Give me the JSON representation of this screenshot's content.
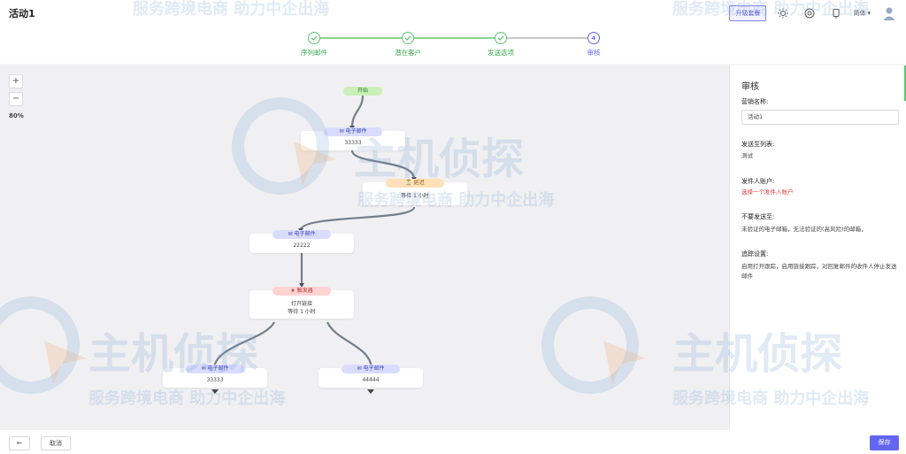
{
  "header": {
    "title": "活动1",
    "upgrade_button": "升级套餐",
    "language": "简体"
  },
  "stepper": {
    "steps": [
      {
        "label": "序列邮件",
        "state": "done"
      },
      {
        "label": "潜在客户",
        "state": "done"
      },
      {
        "label": "发送选项",
        "state": "done"
      },
      {
        "label": "审核",
        "state": "current",
        "number": "4"
      }
    ]
  },
  "canvas": {
    "zoom_in": "+",
    "zoom_out": "−",
    "zoom_level": "80%",
    "nodes": {
      "start": "开始",
      "email1_tag": "电子邮件",
      "email1_text": "33333",
      "wait_tag": "延迟",
      "wait_text": "等待 1 小时",
      "email2_tag": "电子邮件",
      "email2_text": "22222",
      "trigger_tag": "触发器",
      "trigger_text1": "打开链接",
      "trigger_text2": "等待 1 小时",
      "email3_tag": "电子邮件",
      "email3_text": "33333",
      "email4_tag": "电子邮件",
      "email4_text": "44444"
    }
  },
  "panel": {
    "title": "审核",
    "campaign_name_label": "营销名称:",
    "campaign_name_value": "活动1",
    "send_to_list_label": "发送至列表:",
    "send_to_list_value": "测试",
    "sender_label": "发件人账户:",
    "sender_value": "选择一个发件人账户",
    "do_not_send_label": "不要发送至:",
    "do_not_send_value": "未验证的电子邮箱，无法验证的(高风险)的邮箱，",
    "tracking_label": "追踪设置:",
    "tracking_value": "启用打开跟踪，启用链接跟踪，对回复邮件的收件人停止发送邮件"
  },
  "footer": {
    "back": "←",
    "cancel": "取消",
    "save": "保存"
  },
  "watermark": {
    "brand": "主机侦探",
    "slogan": "服务跨境电商 助力中企出海"
  },
  "colors": {
    "accent": "#6366f1",
    "done": "#5cc46e",
    "danger": "#e03a3a"
  }
}
